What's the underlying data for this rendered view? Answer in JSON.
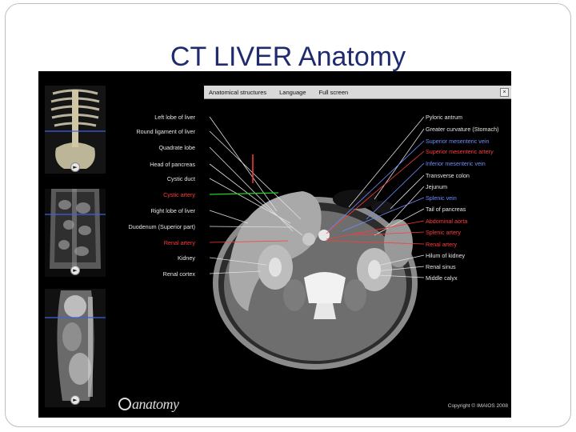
{
  "slide": {
    "title": "CT LIVER Anatomy"
  },
  "menu": {
    "items": [
      "Anatomical structures",
      "Language",
      "Full screen"
    ],
    "close_glyph": "×"
  },
  "thumbs": {
    "play_glyph": "►"
  },
  "labels_left": [
    {
      "text": "Left lobe of liver",
      "color": "white"
    },
    {
      "text": "Round ligament of liver",
      "color": "white"
    },
    {
      "text": "Quadrate lobe",
      "color": "white"
    },
    {
      "text": "Head of pancreas",
      "color": "white"
    },
    {
      "text": "Cystic duct",
      "color": "white"
    },
    {
      "text": "Cystic artery",
      "color": "red"
    },
    {
      "text": "Right lobe of liver",
      "color": "white"
    },
    {
      "text": "Duodenum (Superior part)",
      "color": "white"
    },
    {
      "text": "Renal artery",
      "color": "red"
    },
    {
      "text": "Kidney",
      "color": "white"
    },
    {
      "text": "Renal cortex",
      "color": "white"
    }
  ],
  "labels_right": [
    {
      "text": "Pyloric antrum",
      "color": "white"
    },
    {
      "text": "Greater curvature (Stomach)",
      "color": "white"
    },
    {
      "text": "Superior mesenteric vein",
      "color": "blue"
    },
    {
      "text": "Superior mesenteric artery",
      "color": "red"
    },
    {
      "text": "Inferior mesenteric vein",
      "color": "blue"
    },
    {
      "text": "Transverse colon",
      "color": "white"
    },
    {
      "text": "Jejunum",
      "color": "white"
    },
    {
      "text": "Splenic vein",
      "color": "blue"
    },
    {
      "text": "Tail of pancreas",
      "color": "white"
    },
    {
      "text": "Abdominal aorta",
      "color": "red"
    },
    {
      "text": "Splenic artery",
      "color": "red"
    },
    {
      "text": "Renal artery",
      "color": "red"
    },
    {
      "text": "Hilum of kidney",
      "color": "white"
    },
    {
      "text": "Renal sinus",
      "color": "white"
    },
    {
      "text": "Middle calyx",
      "color": "white"
    }
  ],
  "footer": {
    "logo_text": "anatomy",
    "copyright": "Copyright © IMAIOS 2008"
  },
  "colors": {
    "title": "#1f2b6e",
    "label_white": "#e6e6e6",
    "label_red": "#ff3b3b",
    "label_blue": "#6f8dff"
  }
}
